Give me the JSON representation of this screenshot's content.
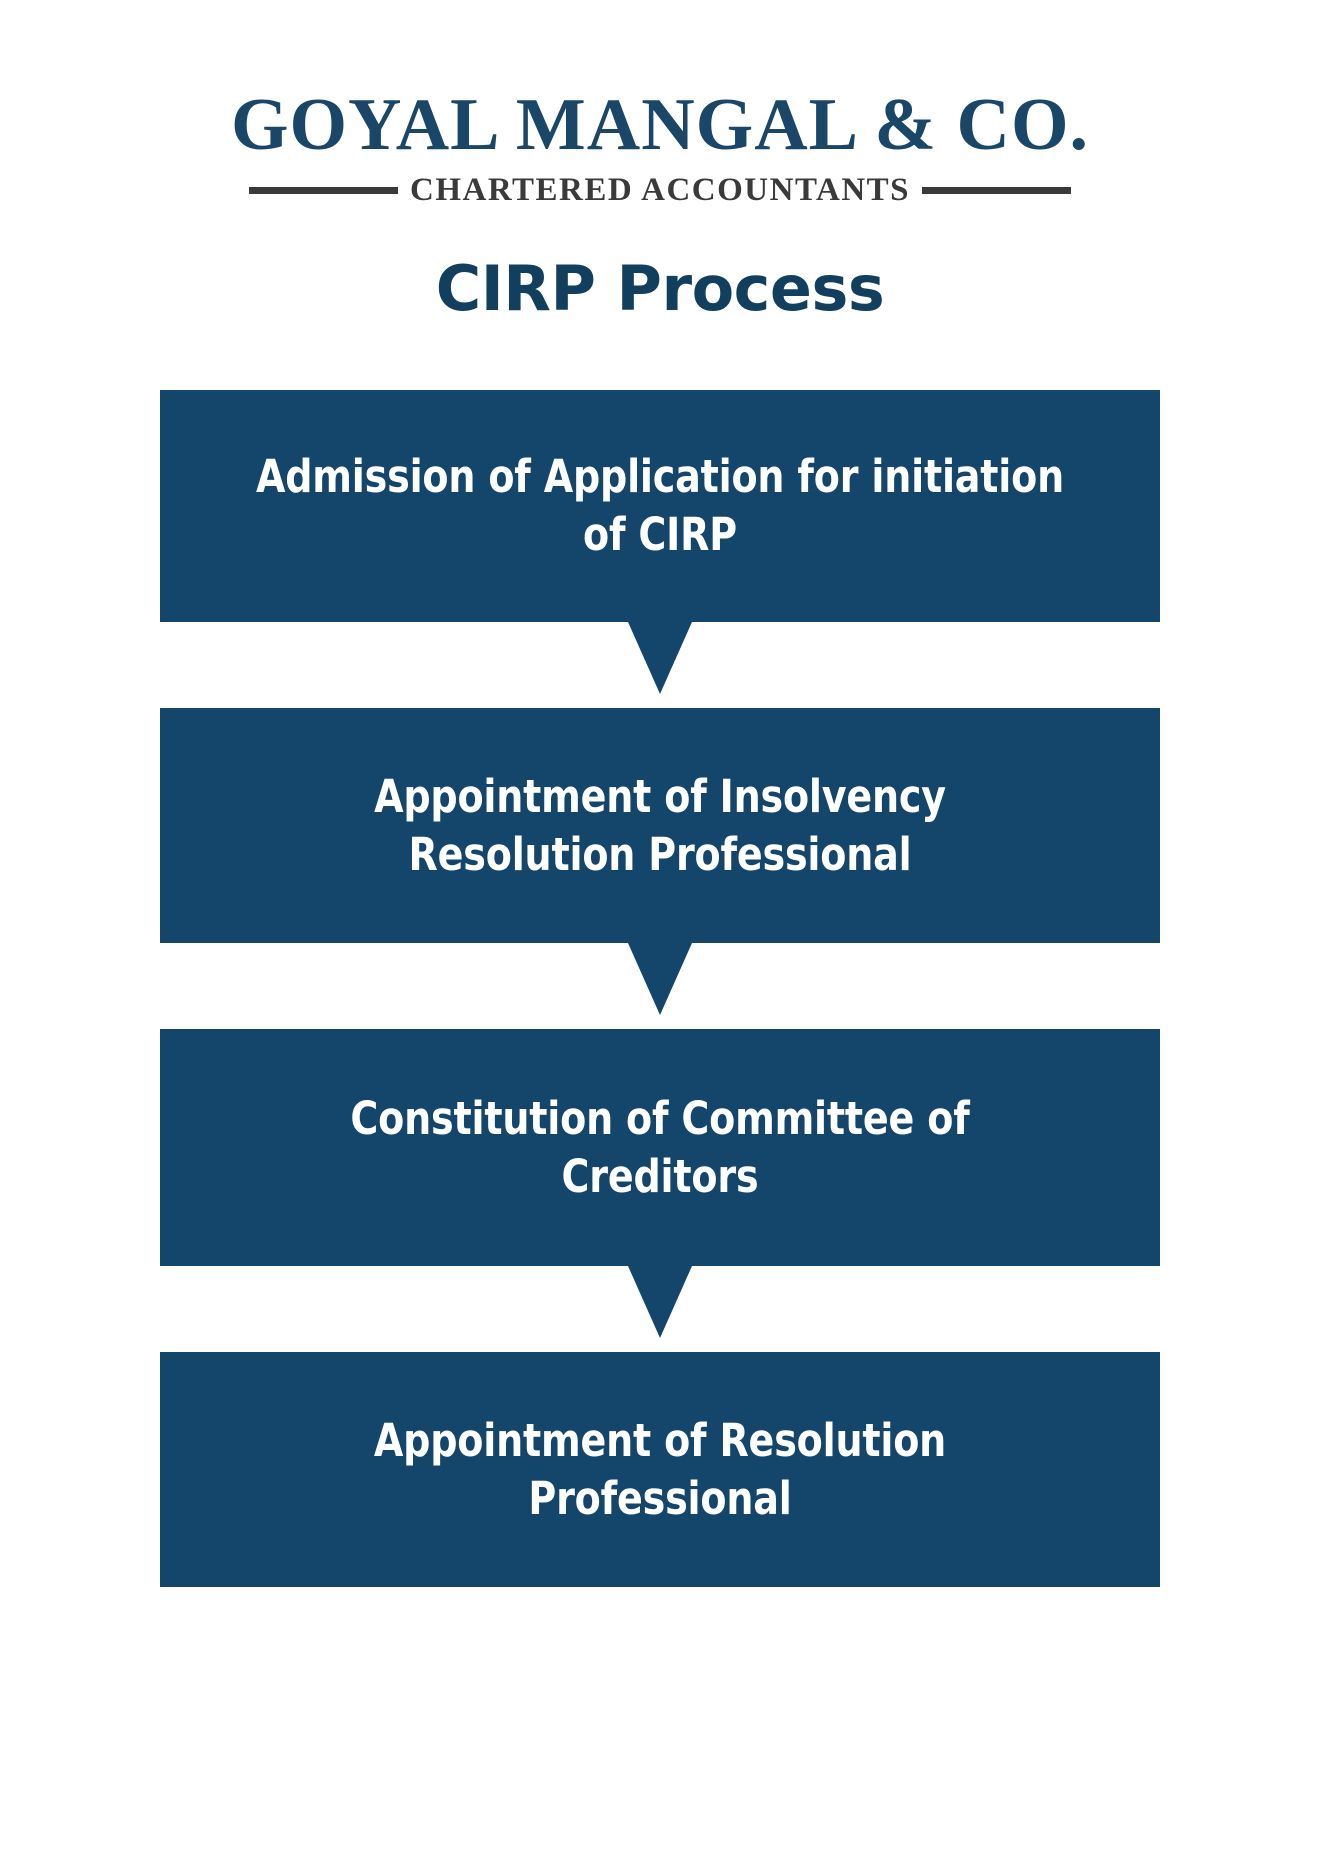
{
  "brand": {
    "wordmark": "GOYAL MANGAL & CO.",
    "subtitle": "CHARTERED ACCOUNTANTS",
    "wordmark_color": "#1a4668",
    "subtitle_color": "#3a3a3a"
  },
  "page": {
    "title": "CIRP Process",
    "title_color": "#123f5e",
    "background": "#ffffff"
  },
  "flow": {
    "box_color": "#14456b",
    "box_text_color": "#ffffff",
    "arrow_color": "#14456b",
    "steps": [
      {
        "label": "Admission of Application for initiation of CIRP",
        "has_arrow": true
      },
      {
        "label": "Appointment of Insolvency Resolution Professional",
        "has_arrow": true
      },
      {
        "label": "Constitution of Committee of Creditors",
        "has_arrow": true
      },
      {
        "label": "Appointment of Resolution Professional",
        "has_arrow": false
      }
    ]
  }
}
